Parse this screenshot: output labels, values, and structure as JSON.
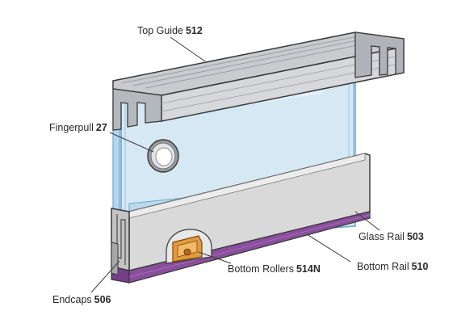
{
  "callouts": {
    "top_guide": {
      "label": "Top Guide",
      "number": "512"
    },
    "fingerpull": {
      "label": "Fingerpull",
      "number": "27"
    },
    "glass_rail": {
      "label": "Glass Rail",
      "number": "503"
    },
    "bottom_rollers": {
      "label": "Bottom Rollers",
      "number": "514N"
    },
    "bottom_rail": {
      "label": "Bottom Rail",
      "number": "510"
    },
    "endcaps": {
      "label": "Endcaps",
      "number": "506"
    }
  },
  "colors": {
    "aluminium": "#c9cbcf",
    "aluminium_dark": "#8e9196",
    "glass": "#cfe4f2",
    "glass_edge": "#7fb3d6",
    "glass_rail": "#d7d7d7",
    "bottom_rail": "#8a4f9c",
    "roller": "#e39a3a",
    "outline": "#3a3a3a"
  }
}
